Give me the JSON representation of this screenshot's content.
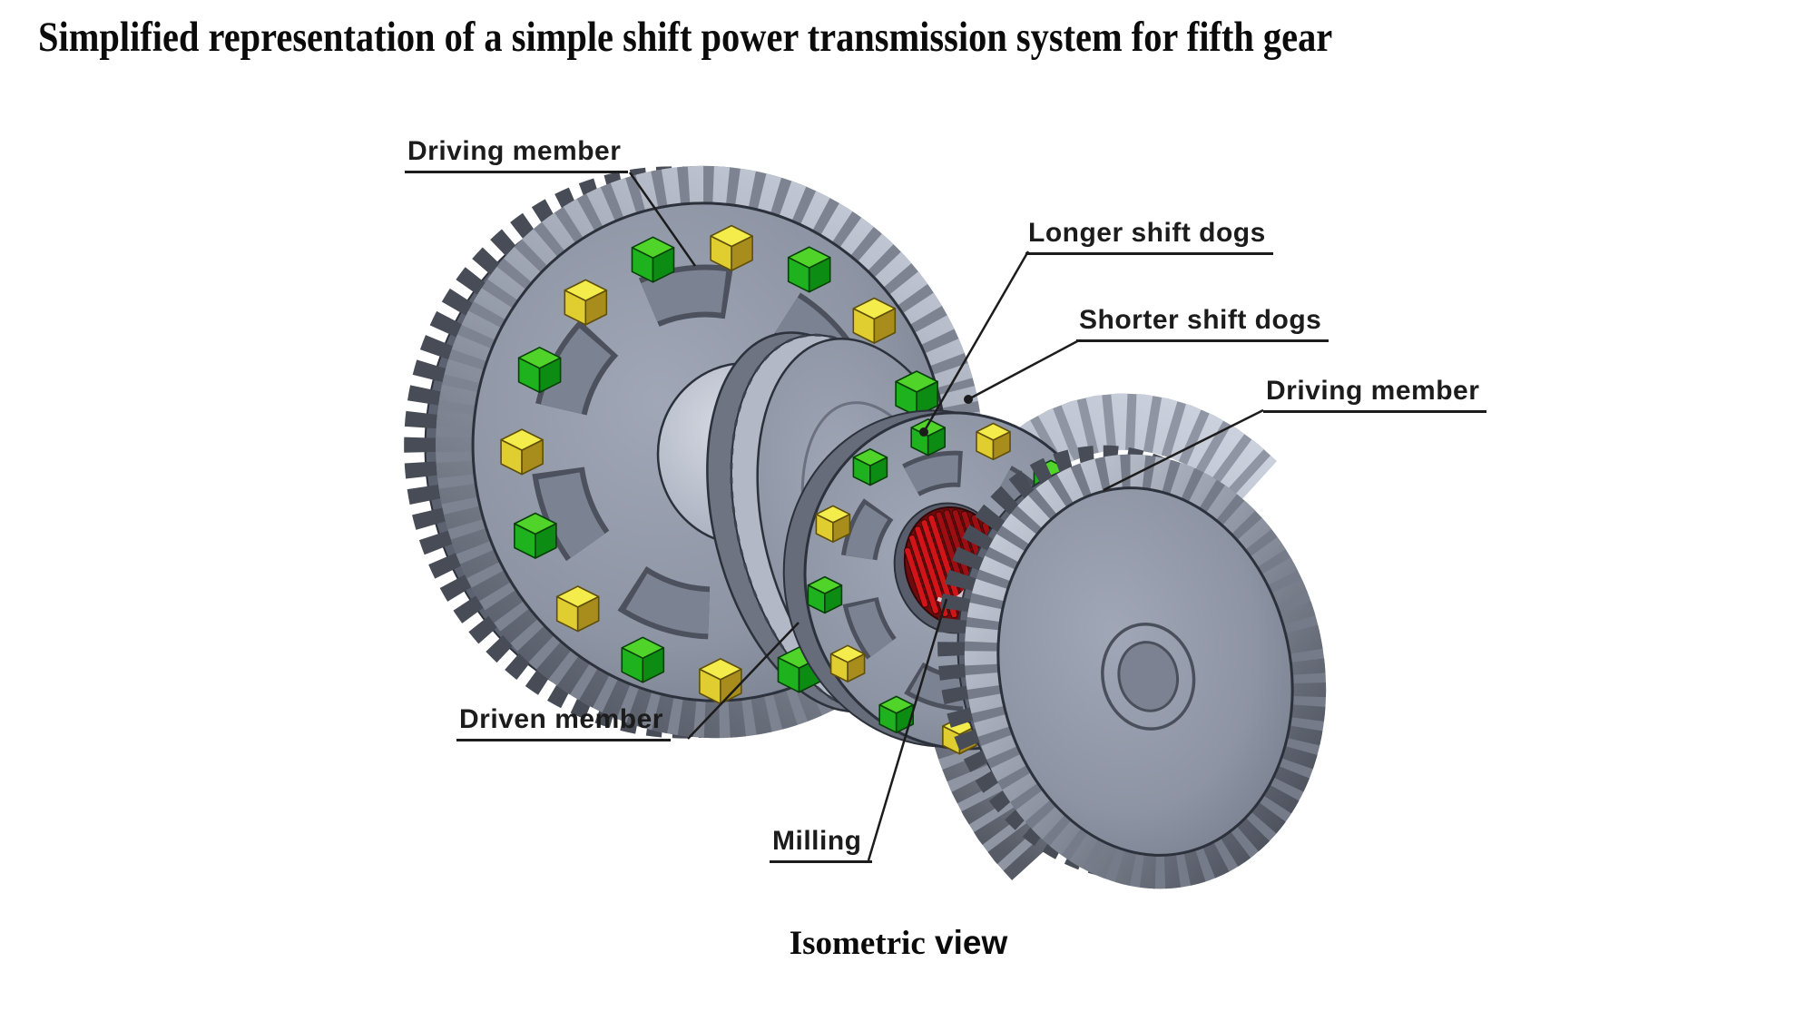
{
  "title": "Simplified representation of a simple shift power transmission system for fifth gear",
  "caption": {
    "primary": "Isometric",
    "secondary": "view"
  },
  "parts": [
    {
      "id": "driving-member-left",
      "label": "Driving member",
      "color": "#8d94a3"
    },
    {
      "id": "longer-shift-dogs",
      "label": "Longer shift dogs",
      "color": "#1eb21e"
    },
    {
      "id": "shorter-shift-dogs",
      "label": "Shorter shift dogs",
      "color": "#e0cd30"
    },
    {
      "id": "driving-member-right",
      "label": "Driving member",
      "color": "#8d94a3"
    },
    {
      "id": "driven-member",
      "label": "Driven member",
      "color": "#8d94a3"
    },
    {
      "id": "milling",
      "label": "Milling",
      "color": "#c01114"
    }
  ],
  "colors": {
    "background": "#ffffff",
    "leader_line": "#1c1c1c",
    "gear_gray": "#8d94a3",
    "gear_teeth_light": "#ccd2de",
    "gear_teeth_dark": "#4e535e",
    "long_dog_green": "#1eb21e",
    "short_dog_yellow": "#e0cd30",
    "milling_red": "#c01114"
  }
}
